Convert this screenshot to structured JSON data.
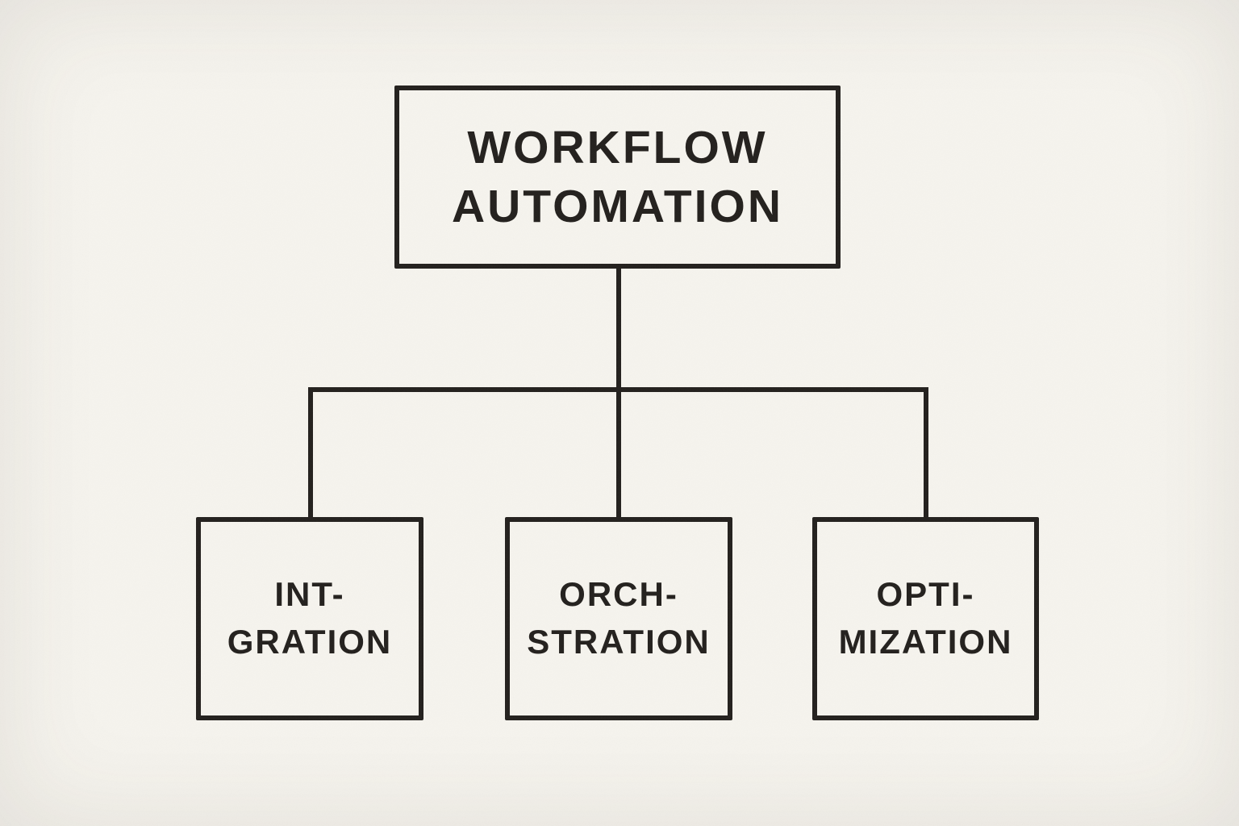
{
  "colors": {
    "background": "#f6f4ee",
    "ink": "#221f1c"
  },
  "diagram": {
    "root": {
      "line1": "WORKFLOW",
      "line2": "AUTOMATION"
    },
    "children": [
      {
        "line1": "INT-",
        "line2": "GRATION"
      },
      {
        "line1": "ORCH-",
        "line2": "STRATION"
      },
      {
        "line1": "OPTI-",
        "line2": "MIZATION"
      }
    ]
  }
}
